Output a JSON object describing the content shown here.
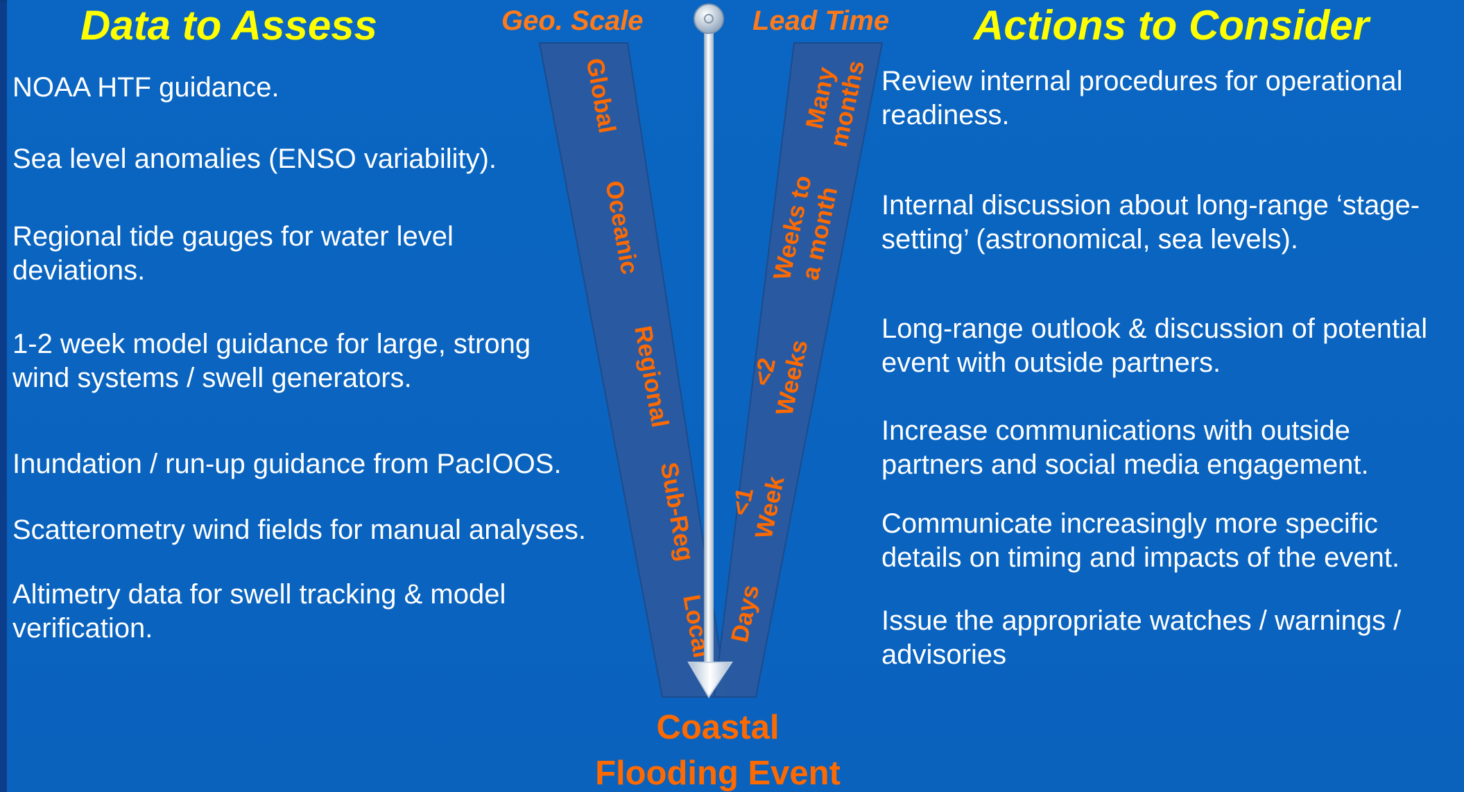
{
  "left_column": {
    "heading": "Data to Assess",
    "items": [
      "NOAA HTF guidance.",
      "Sea level anomalies (ENSO variability).",
      "Regional tide gauges for water level deviations.",
      "1-2 week model guidance for large, strong wind systems / swell generators.",
      "Inundation / run-up guidance from PacIOOS.",
      "Scatterometry wind fields for manual analyses.",
      "Altimetry data for swell tracking & model verification."
    ]
  },
  "right_column": {
    "heading": "Actions to Consider",
    "items": [
      "Review internal procedures for operational readiness.",
      "Internal discussion about long-range ‘stage-setting’ (astronomical, sea levels).",
      "Long-range outlook & discussion of potential event with outside partners.",
      "Increase communications with outside partners and social media engagement.",
      "Communicate increasingly more specific details on timing and impacts of the event.",
      "Issue the appropriate watches / warnings / advisories"
    ]
  },
  "funnel": {
    "geo_scale_title": "Geo. Scale",
    "lead_time_title": "Lead Time",
    "geo_scale_labels": [
      "Global",
      "Oceanic",
      "Regional",
      "Sub-Reg",
      "Local"
    ],
    "lead_time_labels": [
      [
        "Many",
        "months"
      ],
      [
        "Weeks to",
        "a month"
      ],
      [
        "<2",
        "Weeks"
      ],
      [
        "<1",
        "Week"
      ],
      [
        "Days"
      ]
    ],
    "event_label": [
      "Coastal",
      "Flooding Event"
    ]
  },
  "colors": {
    "background": "#0a66c2",
    "heading": "#ffff00",
    "body_text": "#ffffff",
    "label_orange": "#ff6a00",
    "band": "#2b5aa0"
  }
}
